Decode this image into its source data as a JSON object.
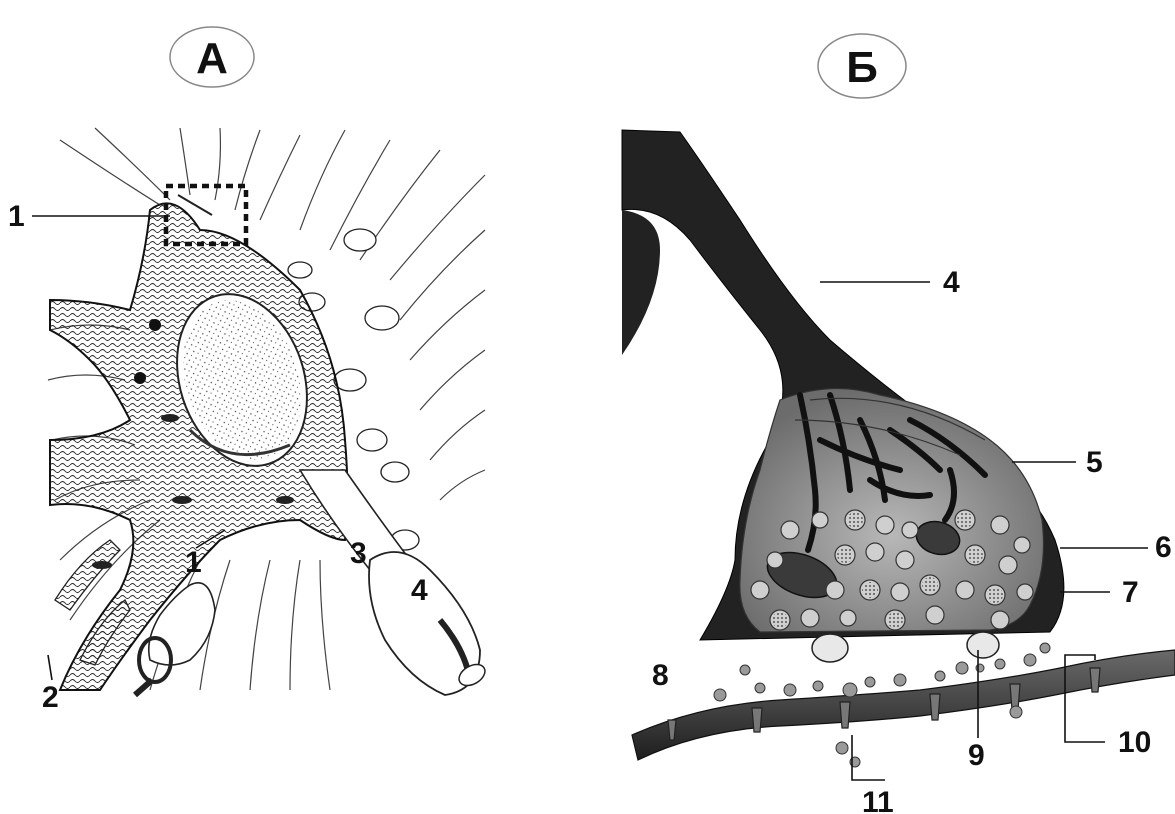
{
  "panels": {
    "a": {
      "label": "А"
    },
    "b": {
      "label": "Б"
    }
  },
  "callouts_a": {
    "c1_top": "1",
    "c1_bottom": "1",
    "c2": "2",
    "c3": "3",
    "c4": "4"
  },
  "callouts_b": {
    "c4": "4",
    "c5": "5",
    "c6": "6",
    "c7": "7",
    "c8": "8",
    "c9": "9",
    "c10": "10",
    "c11": "11"
  }
}
